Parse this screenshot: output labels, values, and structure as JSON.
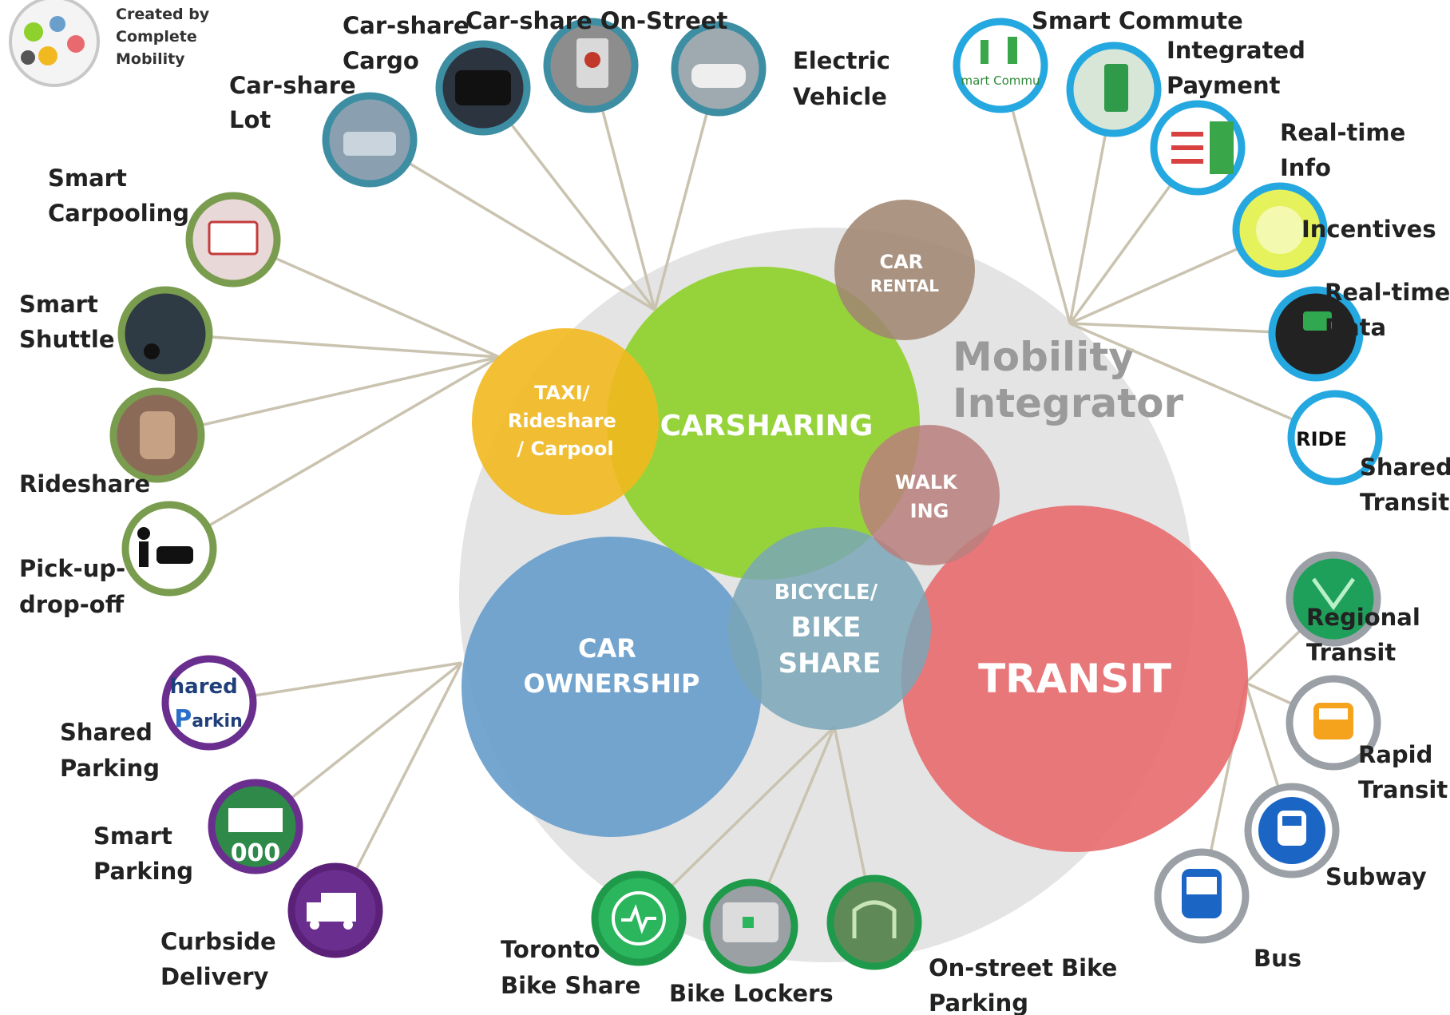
{
  "credit": {
    "line1": "Created by",
    "line2": "Complete",
    "line3": "Mobility"
  },
  "integrator": {
    "line1": "Mobility",
    "line2": "Integrator"
  },
  "core": {
    "carsharing": "CARSHARING",
    "car_rental": [
      "CAR",
      "RENTAL"
    ],
    "taxi": [
      "TAXI/",
      "Rideshare",
      "/ Carpool"
    ],
    "walking": [
      "WALK",
      "ING"
    ],
    "car_ownership": [
      "CAR",
      "OWNERSHIP"
    ],
    "bike_share": [
      "BICYCLE/",
      "BIKE",
      "SHARE"
    ],
    "transit": "TRANSIT"
  },
  "colors": {
    "carsharing": "#8fd12c",
    "car_rental": "#a08672",
    "taxi": "#f1b81f",
    "walking": "#b97f7d",
    "car_ownership": "#6a9fcc",
    "bike_share": "#7aa6b7",
    "transit": "#e86a6e",
    "integrator_bg": "#e3e3e3",
    "carshare_ring": "#3d8ea3",
    "mobility_ring": "#25a8e0",
    "taxi_ring": "#7a9c4e",
    "parking_ring": "#6a2e8e",
    "bike_ring": "#2bb55c",
    "transit_ring": "#9aa0a6"
  },
  "satellites": {
    "carshare_lot": [
      "Car-share",
      "Lot"
    ],
    "carshare_cargo": [
      "Car-share",
      "Cargo"
    ],
    "carshare_onstreet": [
      "Car-share On-Street"
    ],
    "electric_vehicle": [
      "Electric",
      "Vehicle"
    ],
    "smart_commute": [
      "Smart Commute"
    ],
    "integrated_payment": [
      "Integrated",
      "Payment"
    ],
    "realtime_info": [
      "Real-time",
      "Info"
    ],
    "incentives": [
      "Incentives"
    ],
    "realtime_data": [
      "Real-time",
      "Data"
    ],
    "shared_transit": [
      "Shared",
      "Transit"
    ],
    "smart_carpooling": [
      "Smart",
      "Carpooling"
    ],
    "smart_shuttle": [
      "Smart",
      "Shuttle"
    ],
    "rideshare": [
      "Rideshare"
    ],
    "pickup_dropoff": [
      "Pick-up-",
      "drop-off"
    ],
    "shared_parking": [
      "Shared",
      "Parking"
    ],
    "smart_parking": [
      "Smart",
      "Parking"
    ],
    "curbside_delivery": [
      "Curbside",
      "Delivery"
    ],
    "toronto_bike_share": [
      "Toronto",
      "Bike Share"
    ],
    "bike_lockers": [
      "Bike Lockers"
    ],
    "onstreet_bike_parking": [
      "On-street Bike",
      "Parking"
    ],
    "regional_transit": [
      "Regional",
      "Transit"
    ],
    "rapid_transit": [
      "Rapid",
      "Transit"
    ],
    "subway": [
      "Subway"
    ],
    "bus": [
      "Bus"
    ]
  },
  "icon_text": {
    "smart_commute": "mart Commu",
    "ride": "RIDE",
    "shared_parking": [
      "hared",
      "P",
      "arkin"
    ],
    "smart_parking_num": "000"
  }
}
